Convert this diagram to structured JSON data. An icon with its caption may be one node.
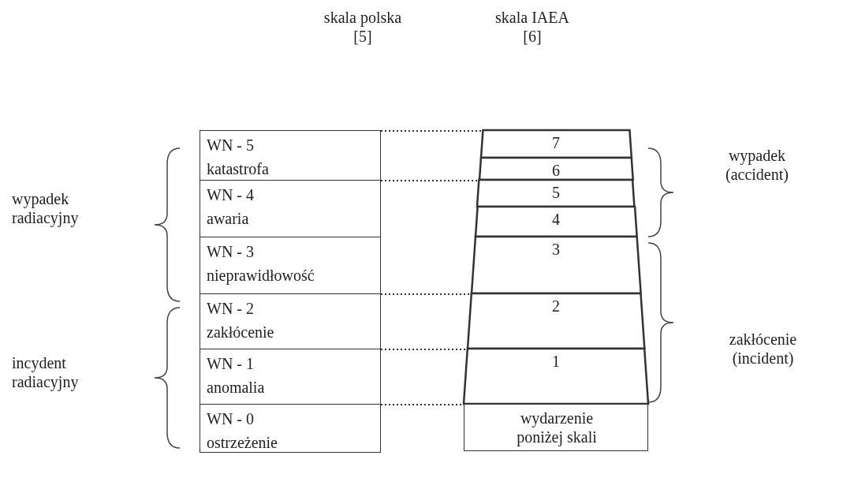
{
  "diagram": {
    "nodes": [
      {
        "text": [
          "WN - 5",
          "katastrofa"
        ]
      },
      {
        "text": [
          "WN - 4",
          "awaria"
        ]
      },
      {
        "text": [
          "WN - 3",
          "nieprawidłowość"
        ]
      },
      {
        "text": [
          "WN - 2",
          "zakłócenie"
        ]
      },
      {
        "text": [
          "WN - 1",
          "anomalia"
        ]
      },
      {
        "text": [
          "WN - 0",
          "ostrzeżenie"
        ]
      },
      {
        "text": [
          "7"
        ]
      },
      {
        "text": [
          "6"
        ]
      },
      {
        "text": [
          "5"
        ]
      },
      {
        "text": [
          "4"
        ]
      },
      {
        "text": [
          "3"
        ]
      },
      {
        "text": [
          "2"
        ]
      },
      {
        "text": [
          "1"
        ]
      },
      {
        "text": [
          "wydarzenie poniżej skali"
        ]
      }
    ],
    "edges": [
      {
        "from": 0,
        "to": 6,
        "arrow": "none",
        "style": "dashed"
      },
      {
        "from": 1,
        "to": 8,
        "arrow": "none",
        "style": "dashed"
      },
      {
        "from": 3,
        "to": 11,
        "arrow": "none",
        "style": "dashed"
      },
      {
        "from": 4,
        "to": 12,
        "arrow": "none",
        "style": "dashed"
      },
      {
        "from": 5,
        "to": 13,
        "arrow": "none",
        "style": "dashed"
      }
    ],
    "labels": [
      "skala polska [5]",
      "skala IAEA [6]",
      "wypadek (accident)",
      "wypadek radiacyjny",
      "zakłócenie (incident)",
      "incydent radiacyjny"
    ]
  }
}
